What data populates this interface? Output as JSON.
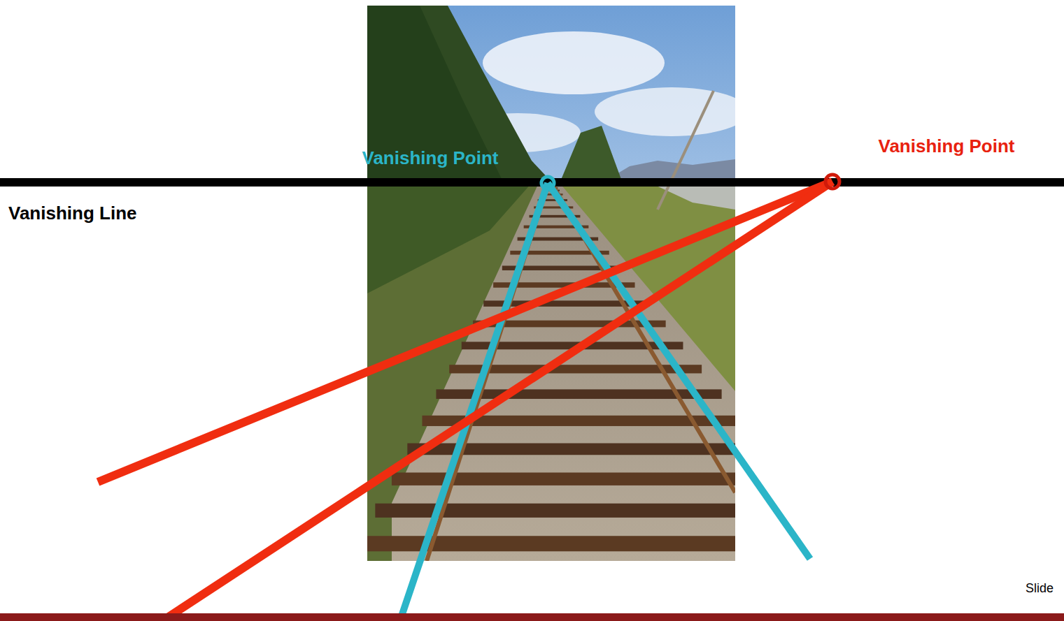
{
  "diagram": {
    "labels": [
      "Vanishing Point",
      "Vanishing Point",
      "Vanishing Line",
      "Slide"
    ]
  }
}
